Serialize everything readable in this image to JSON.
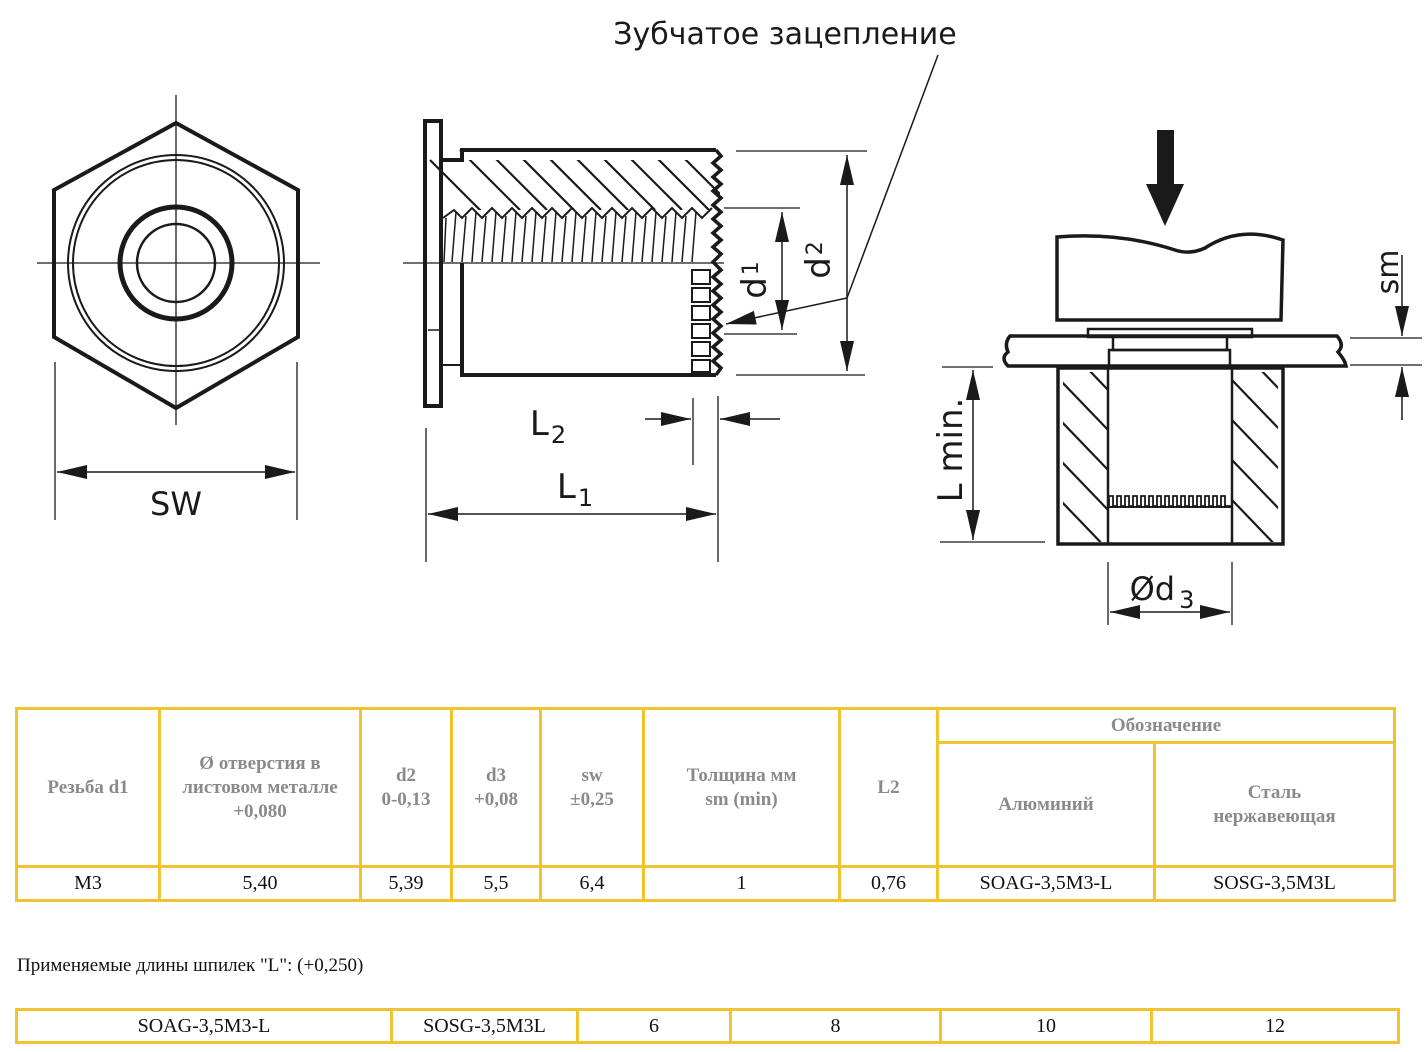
{
  "drawing": {
    "callout": "Зубчатое зацепление",
    "labels": {
      "sw": "SW",
      "d1": "d",
      "d1_sub": "1",
      "d2": "d",
      "d2_sub": "2",
      "l1": "L",
      "l1_sub": "1",
      "l2": "L",
      "l2_sub": "2",
      "sm": "sm",
      "lmin": "L min.",
      "d3": "Ød",
      "d3_sub": "3"
    }
  },
  "spec_table": {
    "headers": {
      "thread": "Резьба d1",
      "hole_line1": "Ø отверстия в",
      "hole_line2": "листовом металле",
      "hole_line3": "+0,080",
      "d2_line1": "d2",
      "d2_line2": "0-0,13",
      "d3_line1": "d3",
      "d3_line2": "+0,08",
      "sw_line1": "sw",
      "sw_line2": "±0,25",
      "thick_line1": "Толщина мм",
      "thick_line2": "sm (min)",
      "l2": "L2",
      "designation": "Обозначение",
      "aluminum": "Алюминий",
      "steel_line1": "Сталь",
      "steel_line2": "нержавеющая"
    },
    "row": {
      "thread": "M3",
      "hole": "5,40",
      "d2": "5,39",
      "d3": "5,5",
      "sw": "6,4",
      "thickness": "1",
      "l2": "0,76",
      "aluminum": "SOAG-3,5M3-L",
      "steel": "SOSG-3,5M3L"
    }
  },
  "lengths_note": "Применяемые длины шпилек \"L\": (+0,250)",
  "lengths_table": {
    "cells": [
      "SOAG-3,5M3-L",
      "SOSG-3,5M3L",
      "6",
      "8",
      "10",
      "12"
    ]
  },
  "colors": {
    "table_border": "#f0c330",
    "header_text": "#8a8a8a",
    "line": "#1a1a1a"
  }
}
